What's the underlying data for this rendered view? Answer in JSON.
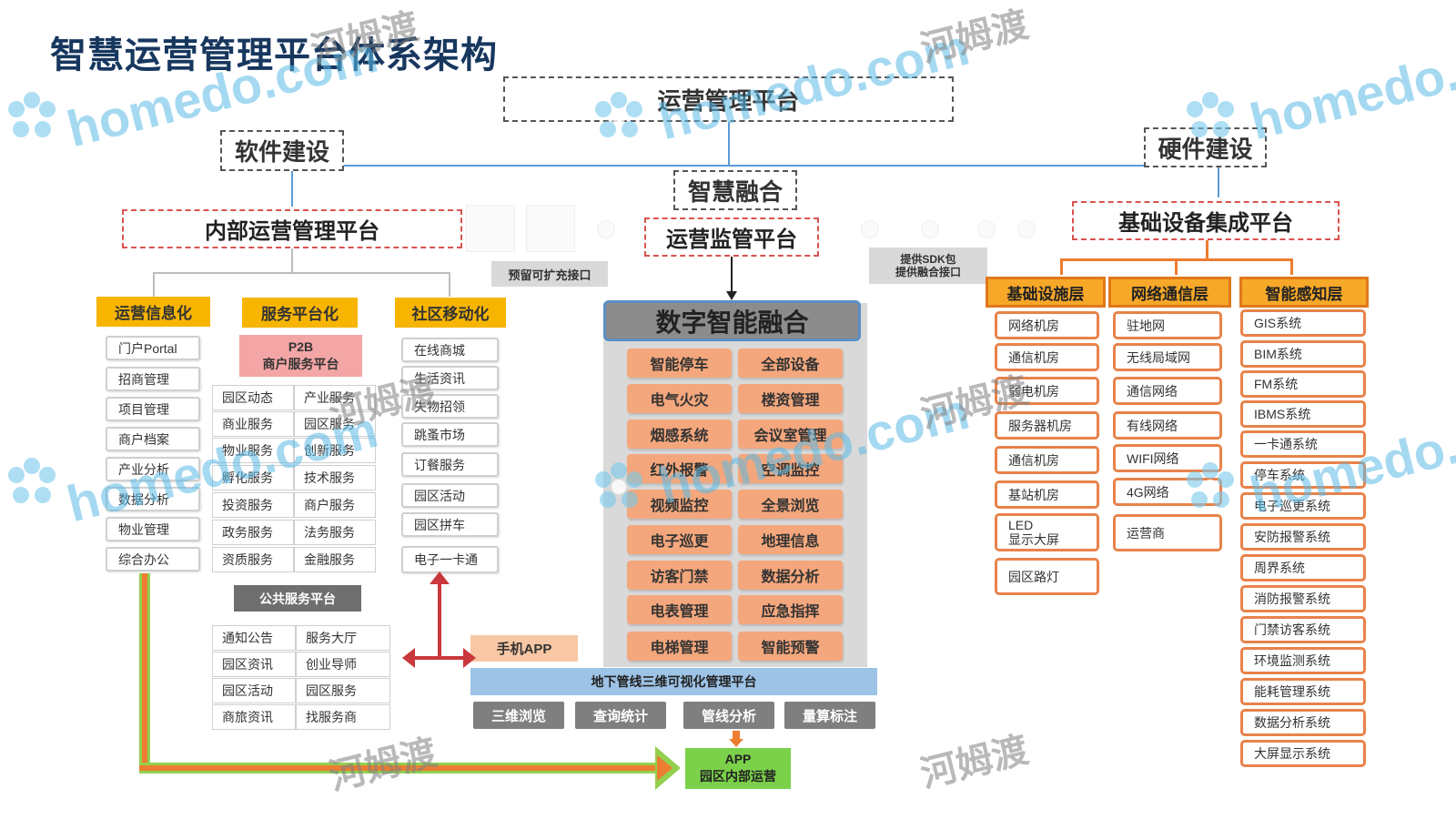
{
  "title": "智慧运营管理平台体系架构",
  "top": {
    "platform": "运营管理平台",
    "software": "软件建设",
    "hardware": "硬件建设",
    "fusion": "智慧融合"
  },
  "internal": {
    "platform": "内部运营管理平台",
    "reserve_label": "预留可扩充接口",
    "col1": {
      "header": "运营信息化",
      "items": [
        "门户Portal",
        "招商管理",
        "项目管理",
        "商户档案",
        "产业分析",
        "数据分析",
        "物业管理",
        "综合办公"
      ]
    },
    "col2": {
      "header": "服务平台化",
      "p2b_line1": "P2B",
      "p2b_line2": "商户服务平台",
      "grid": [
        [
          "园区动态",
          "产业服务"
        ],
        [
          "商业服务",
          "园区服务"
        ],
        [
          "物业服务",
          "创新服务"
        ],
        [
          "孵化服务",
          "技术服务"
        ],
        [
          "投资服务",
          "商户服务"
        ],
        [
          "政务服务",
          "法务服务"
        ],
        [
          "资质服务",
          "金融服务"
        ]
      ],
      "public_platform": "公共服务平台",
      "public_grid": [
        [
          "通知公告",
          "服务大厅"
        ],
        [
          "园区资讯",
          "创业导师"
        ],
        [
          "园区活动",
          "园区服务"
        ],
        [
          "商旅资讯",
          "找服务商"
        ]
      ]
    },
    "col3": {
      "header": "社区移动化",
      "items": [
        "在线商城",
        "生活资讯",
        "失物招领",
        "跳蚤市场",
        "订餐服务",
        "园区活动",
        "园区拼车",
        "电子一卡通"
      ]
    }
  },
  "monitor": {
    "platform": "运营监管平台",
    "digital_title": "数字智能融合",
    "pills": [
      [
        "智能停车",
        "全部设备"
      ],
      [
        "电气火灾",
        "楼资管理"
      ],
      [
        "烟感系统",
        "会议室管理"
      ],
      [
        "红外报警",
        "空调监控"
      ],
      [
        "视频监控",
        "全景浏览"
      ],
      [
        "电子巡更",
        "地理信息"
      ],
      [
        "访客门禁",
        "数据分析"
      ],
      [
        "电表管理",
        "应急指挥"
      ],
      [
        "电梯管理",
        "智能预警"
      ]
    ],
    "sdk_line1": "提供SDK包",
    "sdk_line2": "提供融合接口",
    "mobile_app": "手机APP",
    "pipeline_platform": "地下管线三维可视化管理平台",
    "pipeline_btns": [
      "三维浏览",
      "查询统计",
      "管线分析",
      "量算标注"
    ],
    "app_line1": "APP",
    "app_line2": "园区内部运营"
  },
  "hardware_platform": {
    "title": "基础设备集成平台",
    "layers": [
      {
        "header": "基础设施层",
        "items": [
          "网络机房",
          "通信机房",
          "弱电机房",
          "服务器机房",
          "通信机房",
          "基站机房",
          "LED\n显示大屏",
          "园区路灯"
        ]
      },
      {
        "header": "网络通信层",
        "items": [
          "驻地网",
          "无线局域网",
          "通信网络",
          "有线网络",
          "WIFI网络",
          "4G网络",
          "运营商"
        ]
      },
      {
        "header": "智能感知层",
        "items": [
          "GIS系统",
          "BIM系统",
          "FM系统",
          "IBMS系统",
          "一卡通系统",
          "停车系统",
          "电子巡更系统",
          "安防报警系统",
          "周界系统",
          "消防报警系统",
          "门禁访客系统",
          "环境监测系统",
          "能耗管理系统",
          "数据分析系统",
          "大屏显示系统"
        ]
      }
    ]
  },
  "watermark": {
    "brand": "homedo.com",
    "cn": "河姆渡"
  }
}
